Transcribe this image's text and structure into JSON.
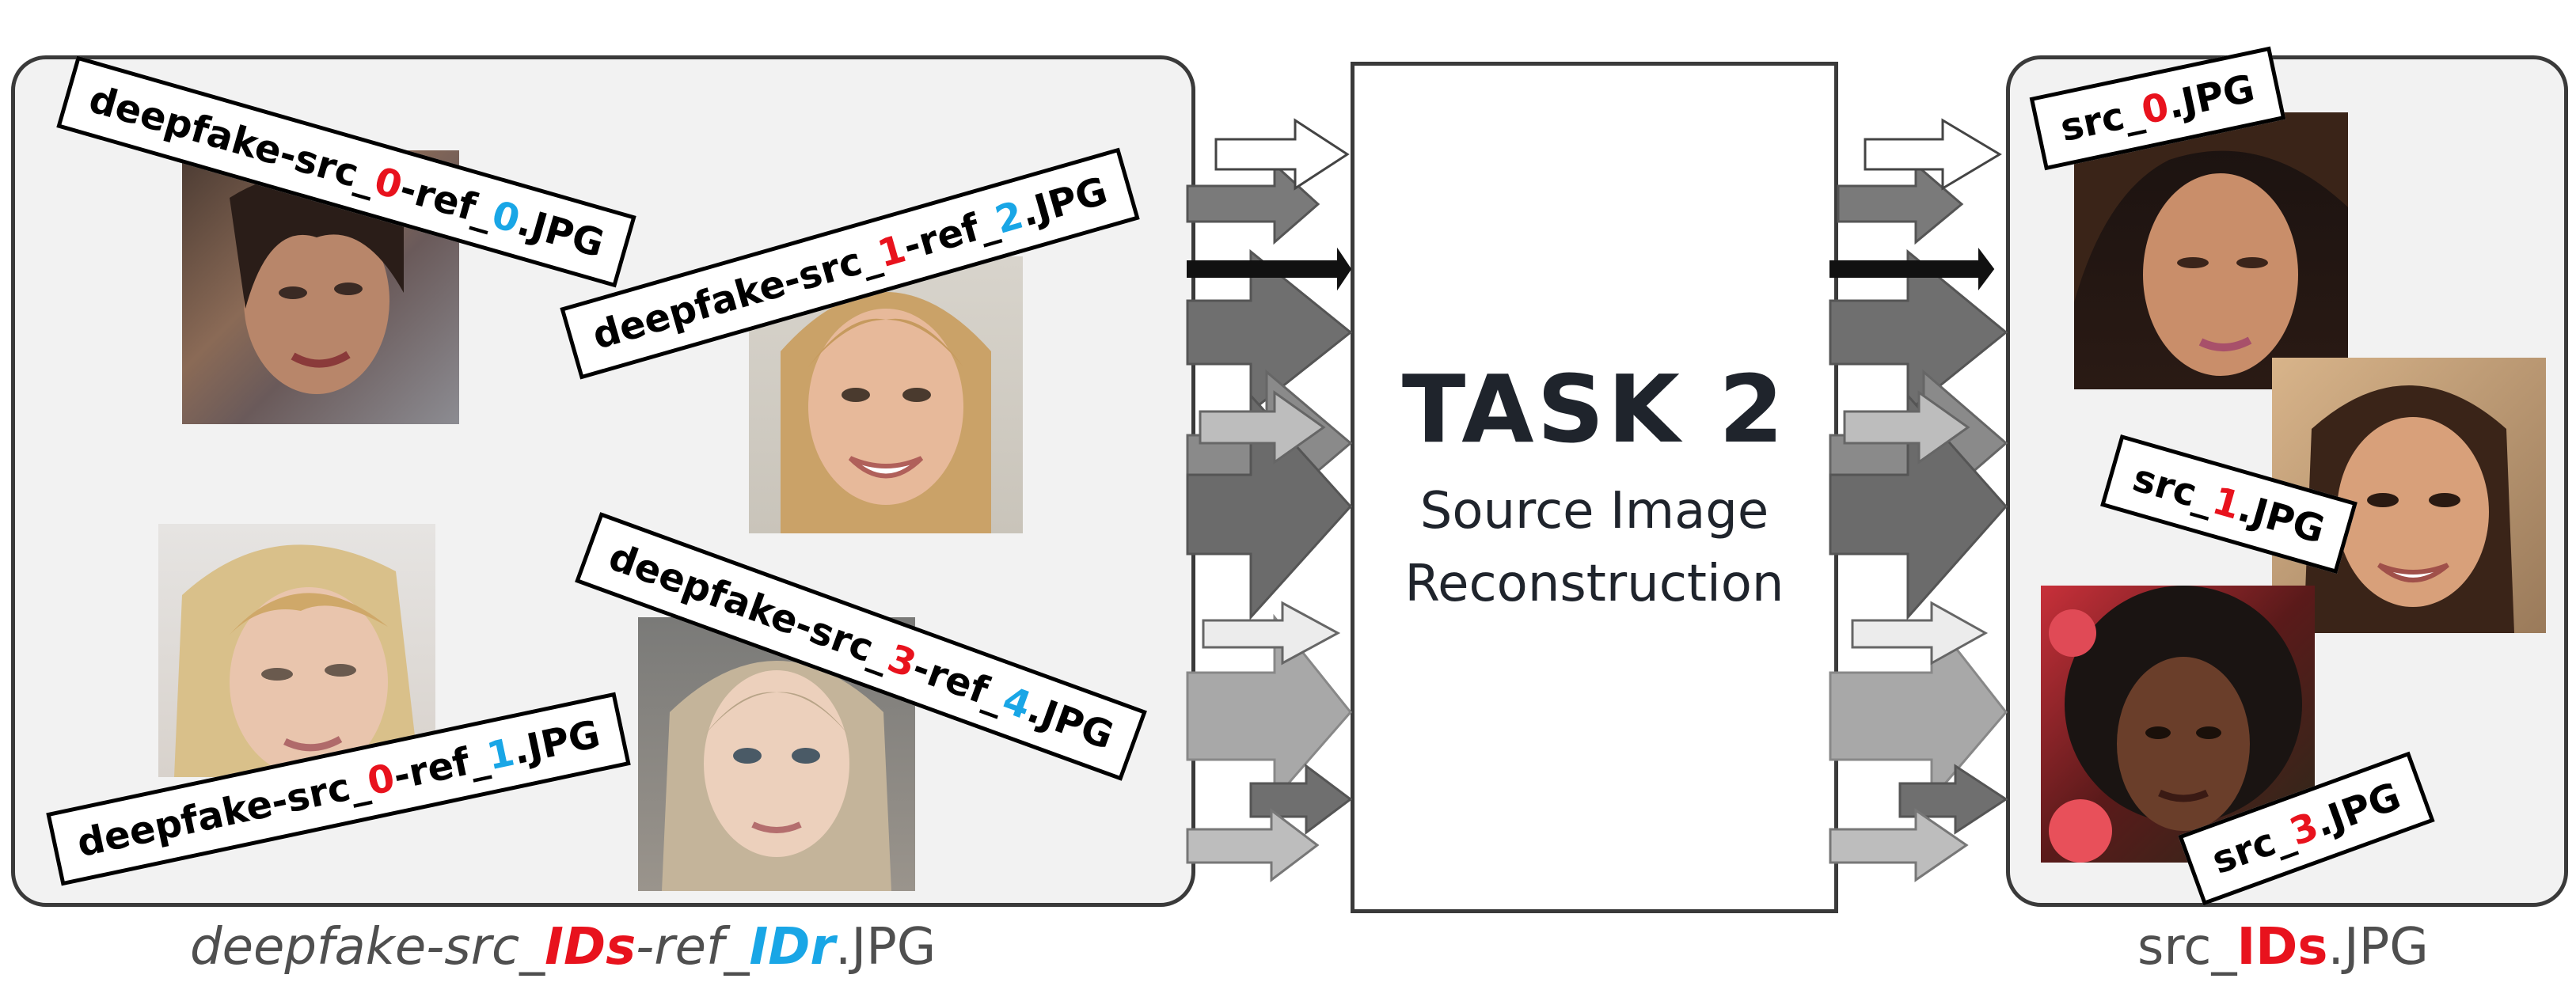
{
  "task": {
    "title": "TASK 2",
    "subtitle_line1": "Source Image",
    "subtitle_line2": "Reconstruction"
  },
  "left_panel": {
    "tags": [
      {
        "prefix": "deepfake-src_",
        "src": "0",
        "mid": "-ref_",
        "ref": "0",
        "ext": ".JPG"
      },
      {
        "prefix": "deepfake-src_",
        "src": "1",
        "mid": "-ref_",
        "ref": "2",
        "ext": ".JPG"
      },
      {
        "prefix": "deepfake-src_",
        "src": "3",
        "mid": "-ref_",
        "ref": "4",
        "ext": ".JPG"
      },
      {
        "prefix": "deepfake-src_",
        "src": "0",
        "mid": "-ref_",
        "ref": "1",
        "ext": ".JPG"
      }
    ],
    "caption": {
      "p1": "deepfake-src_",
      "ids": "IDs",
      "p2": "-ref_",
      "idr": "IDr",
      "ext": ".JPG"
    }
  },
  "right_panel": {
    "tags": [
      {
        "prefix": "src_",
        "src": "0",
        "ext": ".JPG"
      },
      {
        "prefix": "src_",
        "src": "1",
        "ext": ".JPG"
      },
      {
        "prefix": "src_",
        "src": "3",
        "ext": ".JPG"
      }
    ],
    "caption": {
      "p1": "src_",
      "ids": "IDs",
      "ext": ".JPG"
    }
  },
  "colors": {
    "src_id": "#e8121d",
    "ref_id": "#19a6e6",
    "panel_fill": "#f2f2f2",
    "border": "#3a3a3a"
  }
}
